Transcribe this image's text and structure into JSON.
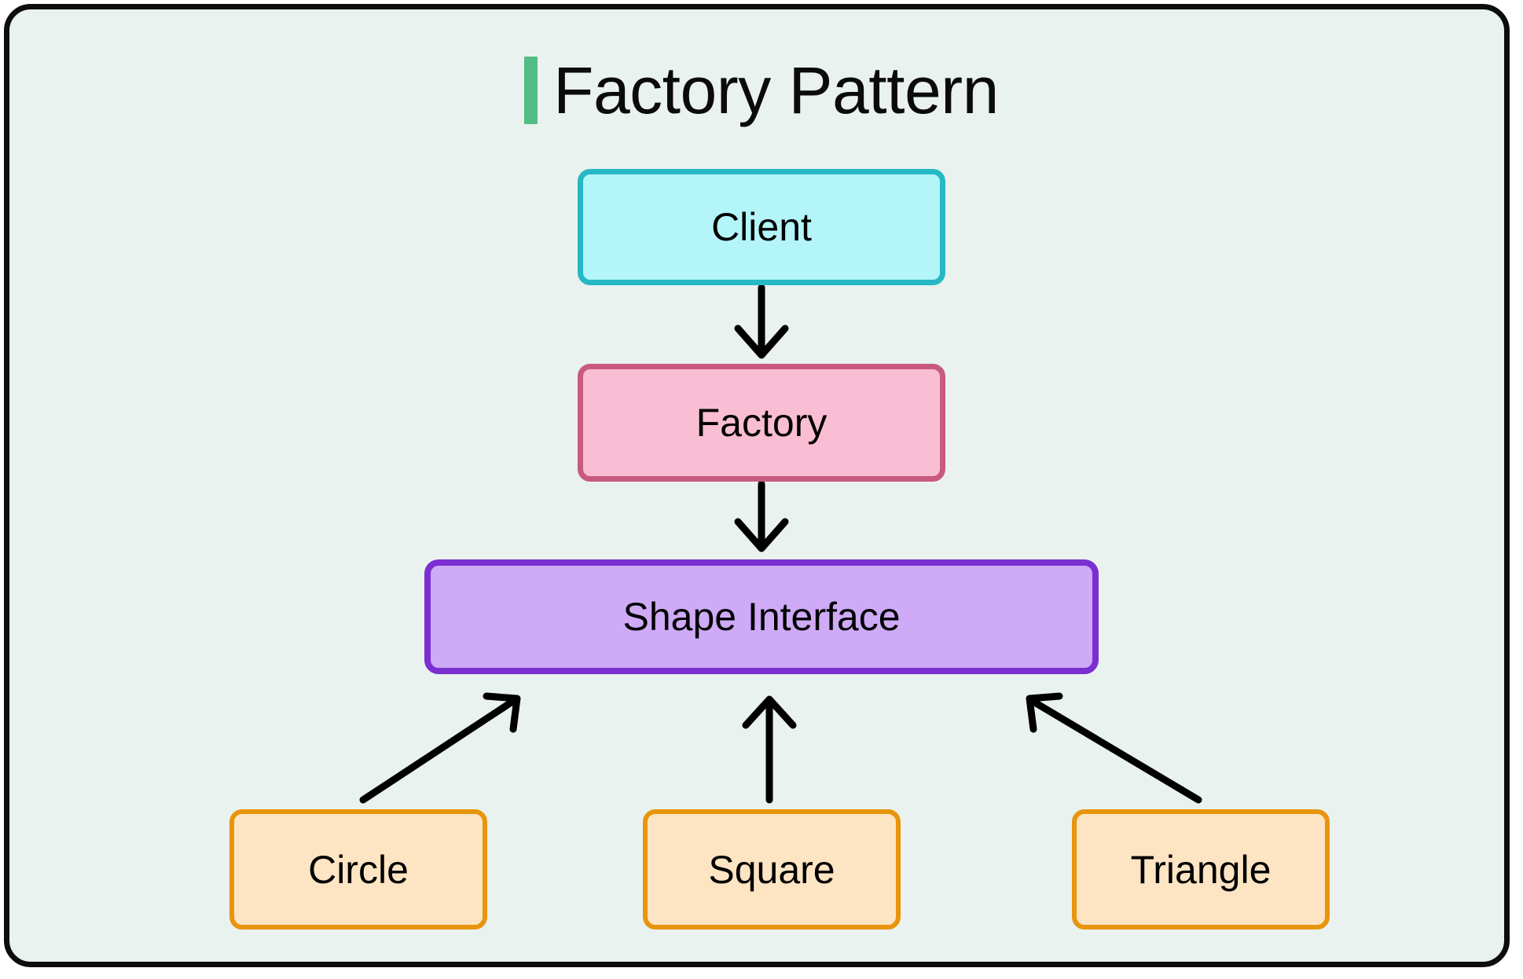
{
  "diagram": {
    "title": "Factory Pattern",
    "accent_color": "#52bd84",
    "background_color": "#e9f2ef",
    "frame_border_color": "#0d0d0d",
    "nodes": [
      {
        "id": "client",
        "label": "Client",
        "fill": "#b3f5f8",
        "stroke": "#26b8c4",
        "level": "consumer"
      },
      {
        "id": "factory",
        "label": "Factory",
        "fill": "#f9bed3",
        "stroke": "#c85a7f",
        "level": "creator"
      },
      {
        "id": "shape-interface",
        "label": "Shape Interface",
        "fill": "#ceaaf7",
        "stroke": "#7b2fd0",
        "level": "abstraction"
      },
      {
        "id": "circle",
        "label": "Circle",
        "fill": "#fde4c3",
        "stroke": "#e8940c",
        "level": "concrete"
      },
      {
        "id": "square",
        "label": "Square",
        "fill": "#fde4c3",
        "stroke": "#e8940c",
        "level": "concrete"
      },
      {
        "id": "triangle",
        "label": "Triangle",
        "fill": "#fde4c3",
        "stroke": "#e8940c",
        "level": "concrete"
      }
    ],
    "edges": [
      {
        "id": "client-to-factory",
        "from": "client",
        "to": "factory",
        "style": "solid-arrow"
      },
      {
        "id": "factory-to-shape",
        "from": "factory",
        "to": "shape-interface",
        "style": "solid-arrow"
      },
      {
        "id": "circle-to-shape",
        "from": "circle",
        "to": "shape-interface",
        "style": "solid-arrow"
      },
      {
        "id": "square-to-shape",
        "from": "square",
        "to": "shape-interface",
        "style": "solid-arrow"
      },
      {
        "id": "triangle-to-shape",
        "from": "triangle",
        "to": "shape-interface",
        "style": "solid-arrow"
      }
    ]
  }
}
